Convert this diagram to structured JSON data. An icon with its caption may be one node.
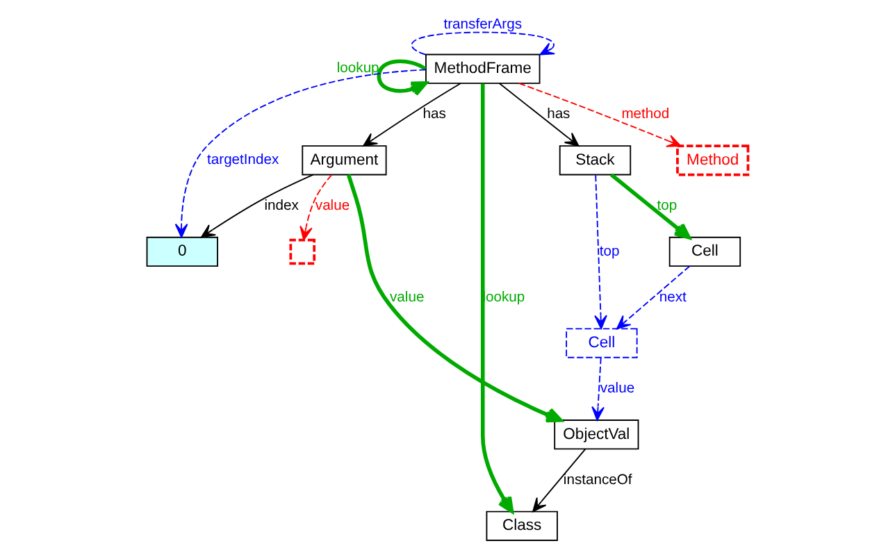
{
  "diagram": {
    "nodes": [
      {
        "text": [
          "MethodFrame"
        ]
      },
      {
        "text": [
          "0"
        ]
      },
      {
        "text": [
          "Argument"
        ]
      },
      {
        "text": [
          "Method"
        ]
      },
      {
        "text": [
          "Class"
        ]
      },
      {
        "text": [
          "Stack"
        ]
      },
      {
        "text": [],
        "shape": "box"
      },
      {
        "text": [
          "Cell"
        ]
      },
      {
        "text": [
          "Cell"
        ]
      },
      {
        "text": [
          "ObjectVal"
        ]
      }
    ],
    "edges": [
      {
        "from": 0,
        "to": 1,
        "arrow": "to",
        "label": "targetIndex",
        "style": "dashed",
        "color": "#0000ff"
      },
      {
        "from": 0,
        "to": 0,
        "arrow": "to",
        "label": "transferArgs",
        "style": "dashed",
        "color": "#0000ff"
      },
      {
        "from": 0,
        "to": 0,
        "arrow": "to",
        "label": "lookup",
        "style": "thick",
        "color": "#00aa00"
      },
      {
        "from": 0,
        "to": 2,
        "arrow": "to",
        "label": "has",
        "color": "#000000"
      },
      {
        "from": 0,
        "to": 3,
        "arrow": "to",
        "label": "method",
        "style": "dashed",
        "color": "#ff0000"
      },
      {
        "from": 0,
        "to": 4,
        "arrow": "to",
        "label": "lookup",
        "style": "thick",
        "color": "#00aa00"
      },
      {
        "from": 0,
        "to": 5,
        "arrow": "to",
        "label": "has",
        "color": "#000000"
      },
      {
        "from": 2,
        "to": 1,
        "arrow": "to",
        "label": "index",
        "color": "#000000"
      },
      {
        "from": 2,
        "to": 6,
        "arrow": "to",
        "label": "value",
        "style": "dashed",
        "color": "#ff0000"
      },
      {
        "from": 5,
        "to": 7,
        "arrow": "to",
        "label": "top",
        "style": "dashed",
        "color": "#0000ff"
      },
      {
        "from": 5,
        "to": 8,
        "arrow": "to",
        "label": "top",
        "style": "thick",
        "color": "#00aa00"
      },
      {
        "from": 8,
        "to": 7,
        "arrow": "to",
        "label": "next",
        "style": "dashed",
        "color": "#0000ff"
      },
      {
        "from": 7,
        "to": 9,
        "arrow": "to",
        "label": "value",
        "style": "dashed",
        "color": "#0000ff"
      },
      {
        "from": 9,
        "to": 4,
        "arrow": "to",
        "label": "instanceOf",
        "color": "#000000"
      },
      {
        "from": 2,
        "to": 9,
        "arrow": "to",
        "label": "value",
        "style": "thick",
        "color": "#00aa00"
      }
    ]
  }
}
